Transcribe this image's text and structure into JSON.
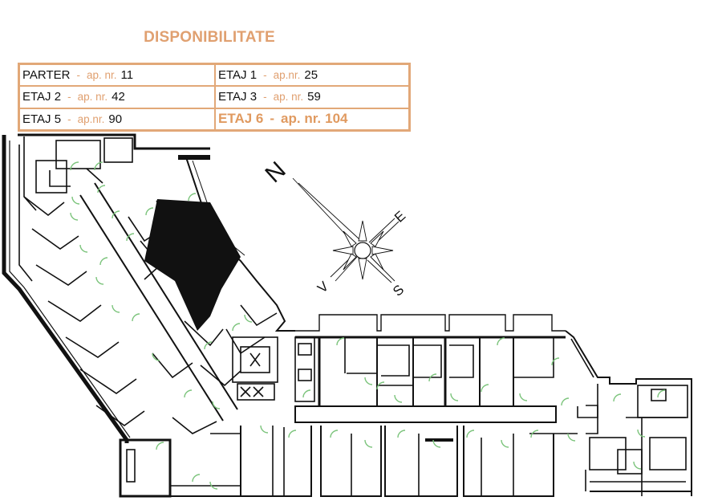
{
  "title": "DISPONIBILITATE",
  "availability": [
    {
      "floor": "PARTER",
      "dash": "-",
      "label": "ap. nr.",
      "number": "11"
    },
    {
      "floor": "ETAJ 1",
      "dash": "-",
      "label": "ap.nr.",
      "number": "25"
    },
    {
      "floor": "ETAJ 2",
      "dash": "-",
      "label": "ap. nr.",
      "number": "42"
    },
    {
      "floor": "ETAJ 3",
      "dash": "-",
      "label": "ap. nr.",
      "number": "59"
    },
    {
      "floor": "ETAJ 5",
      "dash": "-",
      "label": "ap.nr.",
      "number": "90"
    },
    {
      "floor": "ETAJ 6",
      "dash": "-",
      "label": "ap. nr.",
      "number": "104"
    }
  ],
  "compass": {
    "north": "N",
    "east": "E",
    "south": "S",
    "west": "V"
  },
  "colors": {
    "accent": "#e0a070",
    "border": "#e2a878",
    "door": "#7cc47c",
    "wall": "#111111"
  }
}
